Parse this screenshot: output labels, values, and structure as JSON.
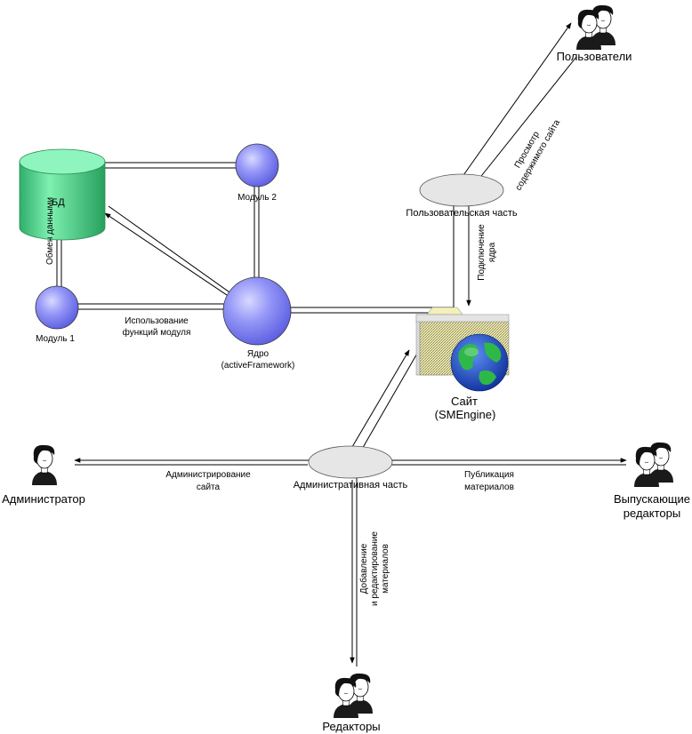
{
  "nodes": {
    "db": "БД",
    "module1": "Модуль 1",
    "module2": "Модуль 2",
    "core_line1": "Ядро",
    "core_line2": "(activeFramework)",
    "user_part": "Пользовательская часть",
    "admin_part": "Административная часть",
    "site_line1": "Сайт",
    "site_line2": "(SMEngine)",
    "users": "Пользователи",
    "administrator": "Администратор",
    "publishers_line1": "Выпускающие",
    "publishers_line2": "редакторы",
    "editors": "Редакторы"
  },
  "edges": {
    "data_exchange": "Обмен данными",
    "module_funcs_line1": "Использование",
    "module_funcs_line2": "функций модуля",
    "view_line1": "Просмотр",
    "view_line2": "содержимого сайта",
    "core_conn_line1": "Подключение",
    "core_conn_line2": "ядра",
    "admin_site_line1": "Администрирование",
    "admin_site_line2": "сайта",
    "publish_line1": "Публикация",
    "publish_line2": "материалов",
    "add_edit_line1": "Добавление",
    "add_edit_line2": "и редактирование",
    "add_edit_line3": "материалов"
  },
  "colors": {
    "db_fill": "#4fd68c",
    "module_fill": "#8a8cf5",
    "ellipse_fill": "#e6e6e6",
    "globe_ocean": "#1e4fc8",
    "globe_land": "#2fb84a"
  },
  "icons": {
    "person": "person-icon",
    "people": "people-group-icon",
    "globe": "globe-icon",
    "database": "database-cylinder"
  }
}
